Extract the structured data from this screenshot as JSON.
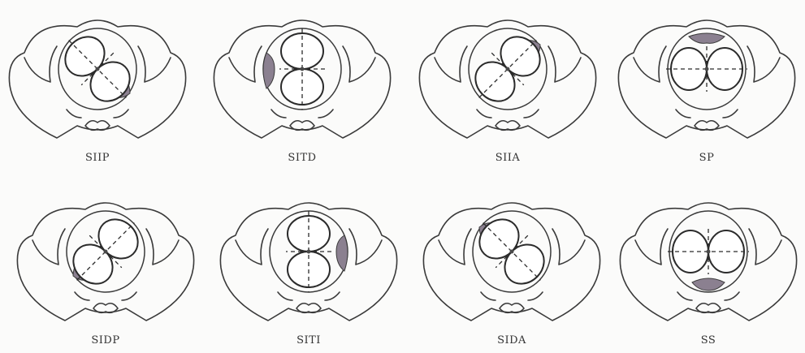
{
  "figure": {
    "panels": [
      {
        "id": "SIIP",
        "label": "SIIP",
        "suture_angle_deg": 45,
        "shade": "bottom-right"
      },
      {
        "id": "SITD",
        "label": "SITD",
        "suture_angle_deg": 90,
        "shade": "left"
      },
      {
        "id": "SIIA",
        "label": "SIIA",
        "suture_angle_deg": -45,
        "shade": "top-right"
      },
      {
        "id": "SP",
        "label": "SP",
        "suture_angle_deg": 0,
        "shade": "top"
      },
      {
        "id": "SIDP",
        "label": "SIDP",
        "suture_angle_deg": -45,
        "shade": "bottom-left"
      },
      {
        "id": "SITI",
        "label": "SITI",
        "suture_angle_deg": 90,
        "shade": "right"
      },
      {
        "id": "SIDA",
        "label": "SIDA",
        "suture_angle_deg": 45,
        "shade": "top-left"
      },
      {
        "id": "SS",
        "label": "SS",
        "suture_angle_deg": 0,
        "shade": "bottom"
      }
    ],
    "colors": {
      "line": "#3a3a3a",
      "shade": "#8b8090",
      "background": "#fbfbfa"
    }
  }
}
